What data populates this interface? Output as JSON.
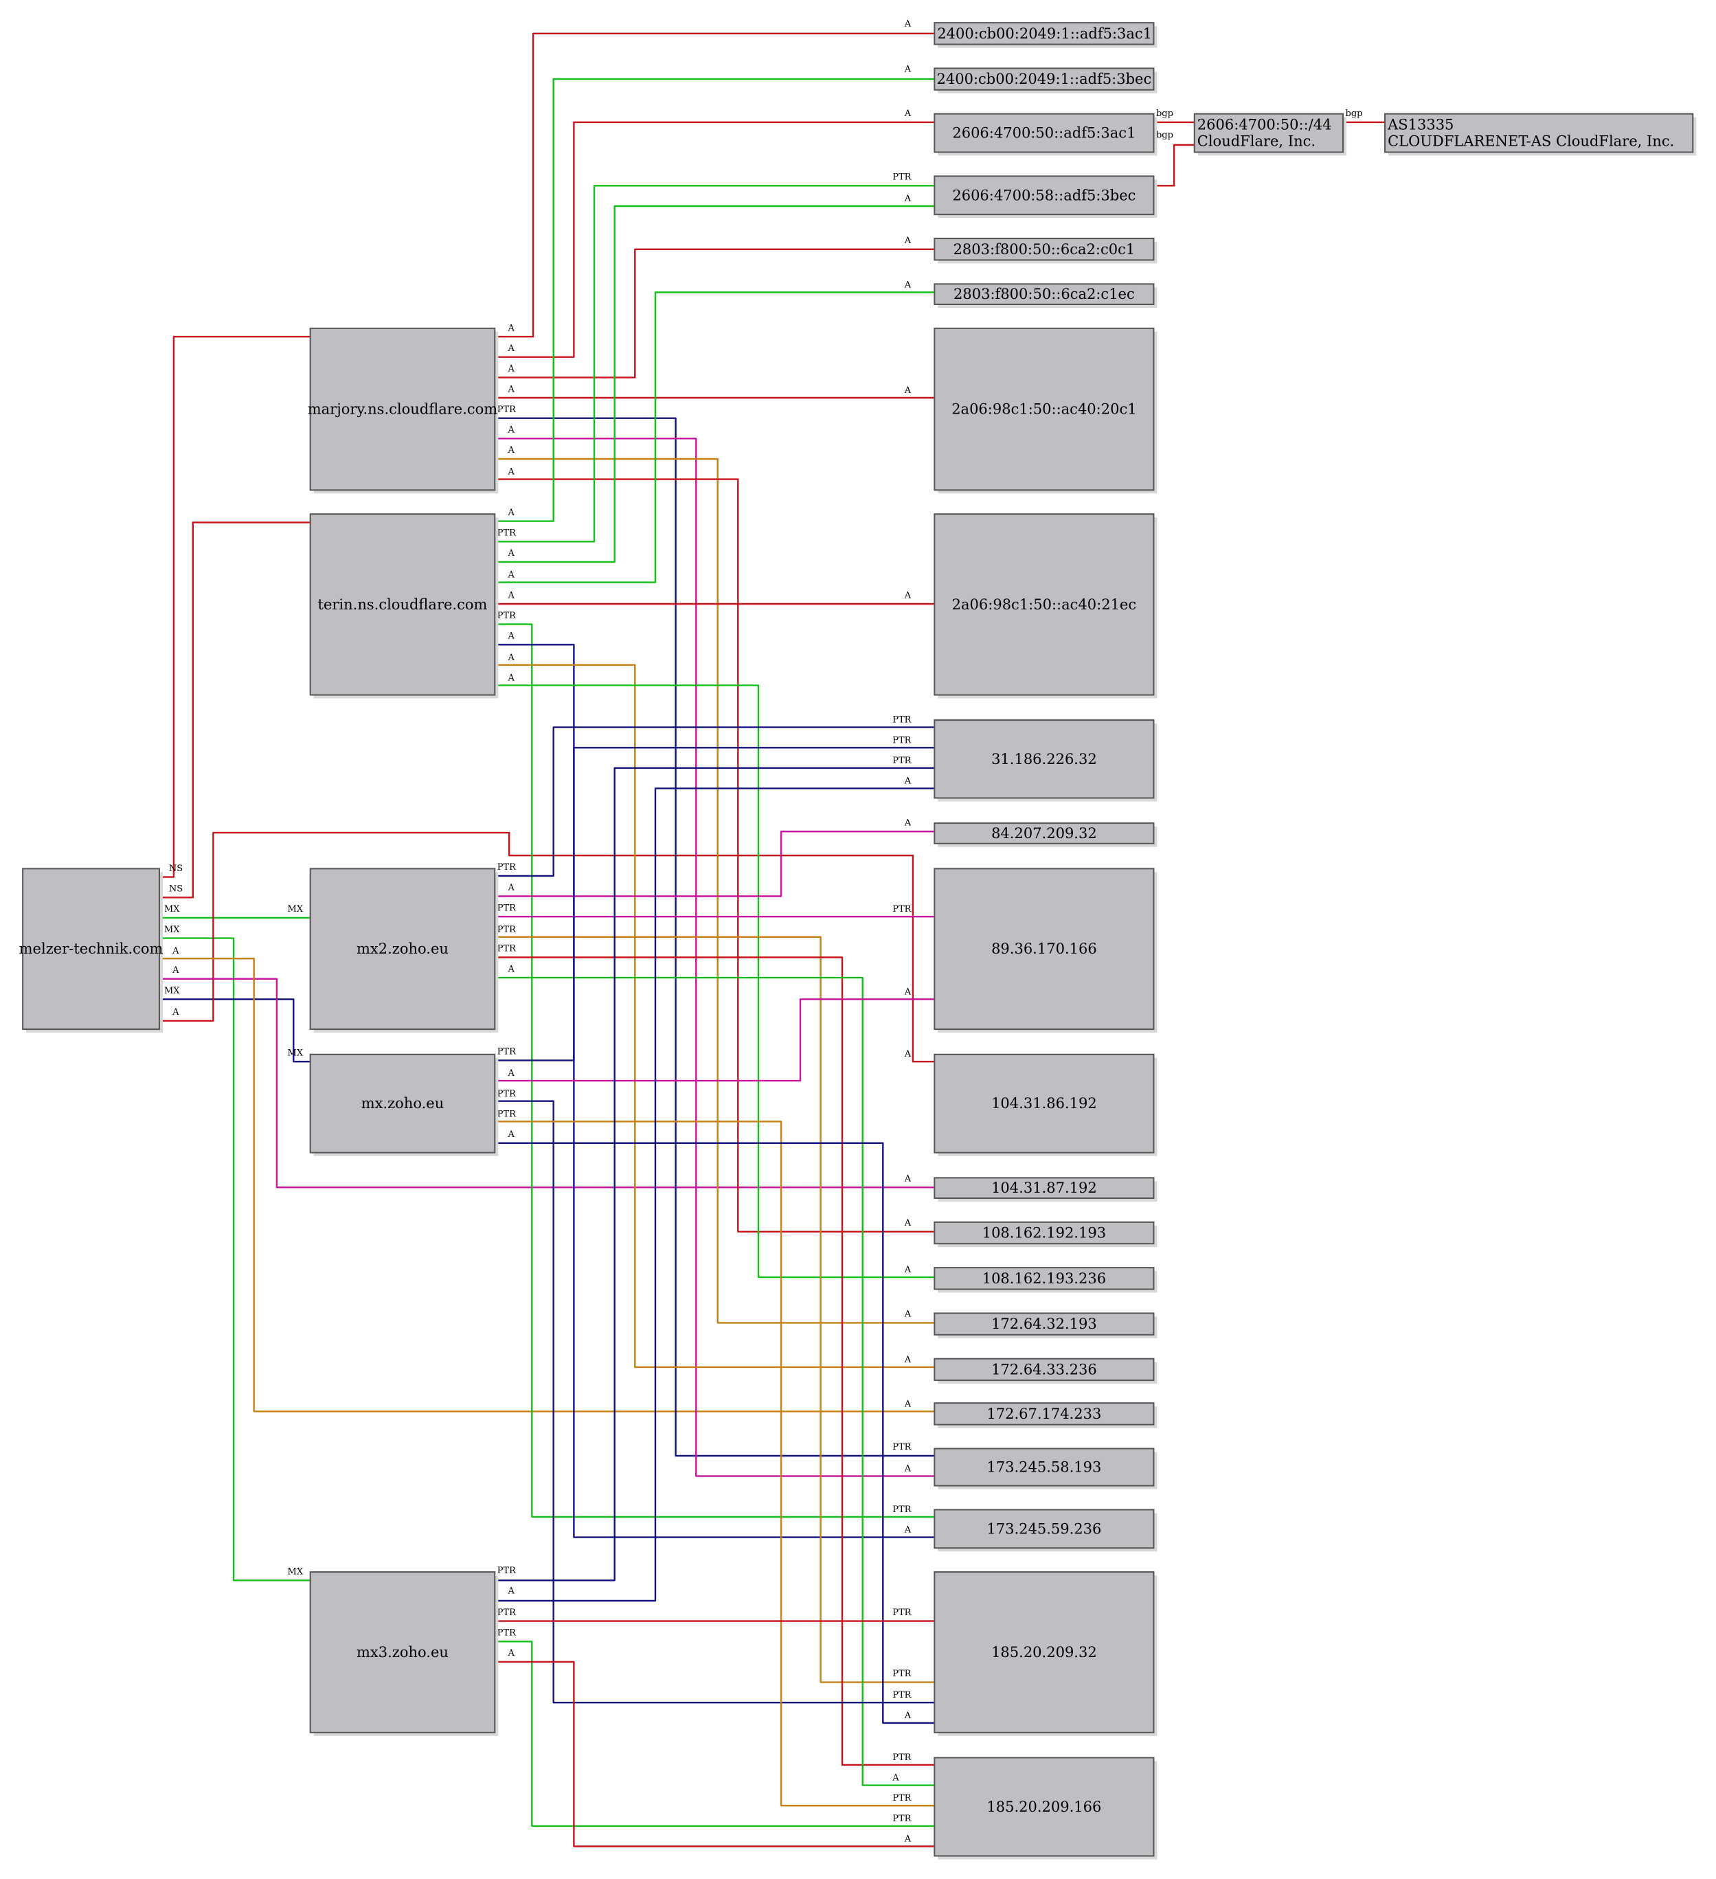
{
  "colors": {
    "red": "#c8131a",
    "green": "#13c01a",
    "blue": "#13137e",
    "magenta": "#c8139e",
    "orange": "#c88013",
    "node_fill": "#c0bec2"
  },
  "nodes": [
    {
      "id": "domain",
      "label": [
        "melzer-technik.com"
      ]
    },
    {
      "id": "ns1",
      "label": [
        "marjory.ns.cloudflare.com"
      ]
    },
    {
      "id": "ns2",
      "label": [
        "terin.ns.cloudflare.com"
      ]
    },
    {
      "id": "mx2",
      "label": [
        "mx2.zoho.eu"
      ]
    },
    {
      "id": "mx",
      "label": [
        "mx.zoho.eu"
      ]
    },
    {
      "id": "mx3",
      "label": [
        "mx3.zoho.eu"
      ]
    },
    {
      "id": "v6a",
      "label": [
        "2400:cb00:2049:1::adf5:3ac1"
      ]
    },
    {
      "id": "v6b",
      "label": [
        "2400:cb00:2049:1::adf5:3bec"
      ]
    },
    {
      "id": "v6c",
      "label": [
        "2606:4700:50::adf5:3ac1"
      ]
    },
    {
      "id": "v6d",
      "label": [
        "2606:4700:58::adf5:3bec"
      ]
    },
    {
      "id": "v6e",
      "label": [
        "2803:f800:50::6ca2:c0c1"
      ]
    },
    {
      "id": "v6f",
      "label": [
        "2803:f800:50::6ca2:c1ec"
      ]
    },
    {
      "id": "v6g",
      "label": [
        "2a06:98c1:50::ac40:20c1"
      ]
    },
    {
      "id": "v6h",
      "label": [
        "2a06:98c1:50::ac40:21ec"
      ]
    },
    {
      "id": "net",
      "label": [
        "2606:4700:50::/44",
        "CloudFlare, Inc."
      ]
    },
    {
      "id": "asn",
      "label": [
        "AS13335",
        "CLOUDFLARENET-AS CloudFlare, Inc."
      ]
    },
    {
      "id": "ip1",
      "label": [
        "31.186.226.32"
      ]
    },
    {
      "id": "ip2",
      "label": [
        "84.207.209.32"
      ]
    },
    {
      "id": "ip3",
      "label": [
        "89.36.170.166"
      ]
    },
    {
      "id": "ip4",
      "label": [
        "104.31.86.192"
      ]
    },
    {
      "id": "ip5",
      "label": [
        "104.31.87.192"
      ]
    },
    {
      "id": "ip6",
      "label": [
        "108.162.192.193"
      ]
    },
    {
      "id": "ip7",
      "label": [
        "108.162.193.236"
      ]
    },
    {
      "id": "ip8",
      "label": [
        "172.64.32.193"
      ]
    },
    {
      "id": "ip9",
      "label": [
        "172.64.33.236"
      ]
    },
    {
      "id": "ip10",
      "label": [
        "172.67.174.233"
      ]
    },
    {
      "id": "ip11",
      "label": [
        "173.245.58.193"
      ]
    },
    {
      "id": "ip12",
      "label": [
        "173.245.59.236"
      ]
    },
    {
      "id": "ip13",
      "label": [
        "185.20.209.32"
      ]
    },
    {
      "id": "ip14",
      "label": [
        "185.20.209.166"
      ]
    }
  ],
  "edges": [
    {
      "from": "domain",
      "to": "ns1",
      "label": "NS",
      "color": "red"
    },
    {
      "from": "domain",
      "to": "ns2",
      "label": "NS",
      "color": "red"
    },
    {
      "from": "domain",
      "to": "mx2",
      "label": "MX",
      "color": "green"
    },
    {
      "from": "domain",
      "to": "mx3",
      "label": "MX",
      "color": "green"
    },
    {
      "from": "domain",
      "to": "mx",
      "label": "MX",
      "color": "blue"
    },
    {
      "from": "domain",
      "to": "ip4",
      "label": "A",
      "color": "red"
    },
    {
      "from": "domain",
      "to": "ip5",
      "label": "A",
      "color": "magenta"
    },
    {
      "from": "domain",
      "to": "ip10",
      "label": "A",
      "color": "orange"
    },
    {
      "from": "ns1",
      "to": "v6a",
      "label": "A",
      "color": "red"
    },
    {
      "from": "ns1",
      "to": "v6c",
      "label": "A",
      "color": "red"
    },
    {
      "from": "ns1",
      "to": "v6e",
      "label": "A",
      "color": "red"
    },
    {
      "from": "ns1",
      "to": "v6g",
      "label": "A",
      "color": "red"
    },
    {
      "from": "ns1",
      "to": "ip11",
      "label": "PTR",
      "color": "blue"
    },
    {
      "from": "ns1",
      "to": "ip11",
      "label": "A",
      "color": "magenta"
    },
    {
      "from": "ns1",
      "to": "ip8",
      "label": "A",
      "color": "orange"
    },
    {
      "from": "ns1",
      "to": "ip6",
      "label": "A",
      "color": "red"
    },
    {
      "from": "ns2",
      "to": "v6b",
      "label": "A",
      "color": "green"
    },
    {
      "from": "ns2",
      "to": "v6d",
      "label": "PTR",
      "color": "green"
    },
    {
      "from": "ns2",
      "to": "v6d",
      "label": "A",
      "color": "green"
    },
    {
      "from": "ns2",
      "to": "v6f",
      "label": "A",
      "color": "green"
    },
    {
      "from": "ns2",
      "to": "v6h",
      "label": "A",
      "color": "red"
    },
    {
      "from": "ns2",
      "to": "ip12",
      "label": "PTR",
      "color": "green"
    },
    {
      "from": "ns2",
      "to": "ip12",
      "label": "A",
      "color": "blue"
    },
    {
      "from": "ns2",
      "to": "ip9",
      "label": "A",
      "color": "orange"
    },
    {
      "from": "ns2",
      "to": "ip7",
      "label": "A",
      "color": "green"
    },
    {
      "from": "mx2",
      "to": "ip1",
      "label": "PTR",
      "color": "blue"
    },
    {
      "from": "mx2",
      "to": "ip2",
      "label": "A",
      "color": "magenta"
    },
    {
      "from": "mx2",
      "to": "ip3",
      "label": "PTR",
      "color": "magenta"
    },
    {
      "from": "mx2",
      "to": "ip13",
      "label": "PTR",
      "color": "orange"
    },
    {
      "from": "mx2",
      "to": "ip14",
      "label": "PTR",
      "color": "red"
    },
    {
      "from": "mx2",
      "to": "ip14",
      "label": "A",
      "color": "green"
    },
    {
      "from": "mx",
      "to": "ip1",
      "label": "PTR",
      "color": "blue"
    },
    {
      "from": "mx",
      "to": "ip3",
      "label": "A",
      "color": "magenta"
    },
    {
      "from": "mx",
      "to": "ip1",
      "label": "PTR",
      "color": "blue"
    },
    {
      "from": "mx",
      "to": "ip14",
      "label": "PTR",
      "color": "orange"
    },
    {
      "from": "mx",
      "to": "ip13",
      "label": "A",
      "color": "blue"
    },
    {
      "from": "mx3",
      "to": "ip1",
      "label": "PTR",
      "color": "blue"
    },
    {
      "from": "mx3",
      "to": "ip1",
      "label": "A",
      "color": "blue"
    },
    {
      "from": "mx3",
      "to": "ip13",
      "label": "PTR",
      "color": "red"
    },
    {
      "from": "mx3",
      "to": "ip14",
      "label": "PTR",
      "color": "green"
    },
    {
      "from": "mx3",
      "to": "ip14",
      "label": "A",
      "color": "red"
    },
    {
      "from": "v6c",
      "to": "net",
      "label": "bgp",
      "color": "red"
    },
    {
      "from": "v6d",
      "to": "net",
      "label": "bgp",
      "color": "red"
    },
    {
      "from": "net",
      "to": "asn",
      "label": "bgp",
      "color": "red"
    }
  ]
}
